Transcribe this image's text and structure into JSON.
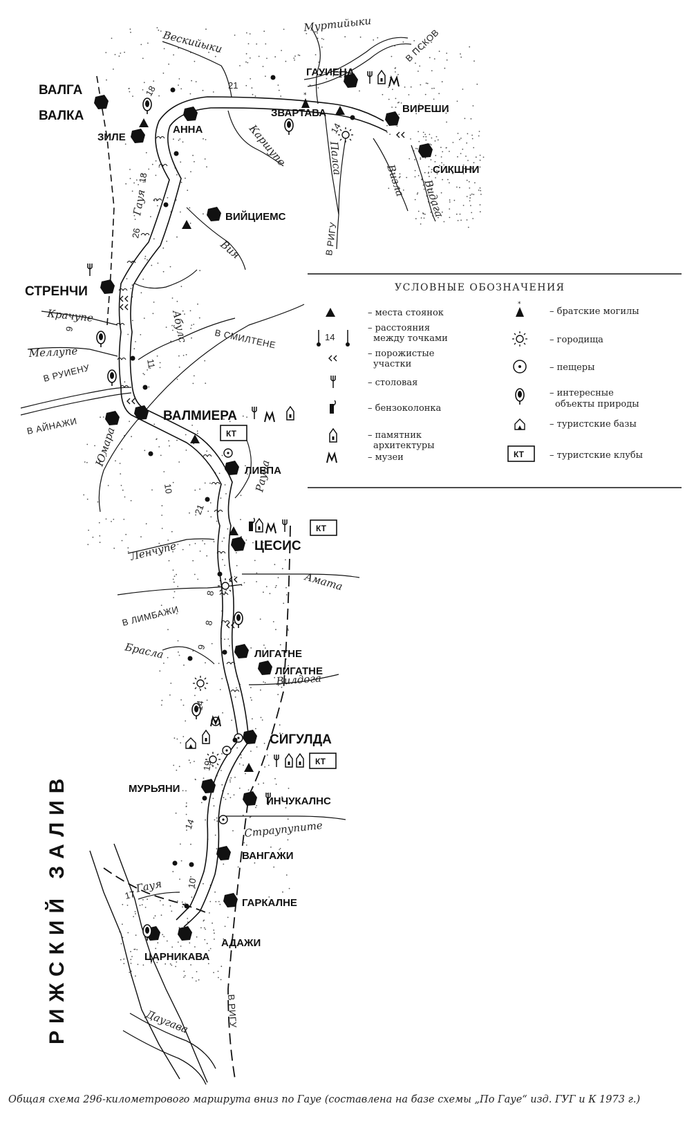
{
  "towns": {
    "valga": "ВАЛГА",
    "valka": "ВАЛКА",
    "zile": "ЗИЛЕ",
    "anna": "АННА",
    "gauiena": "ГАУИЕНА",
    "zvartava": "ЗВАРТАВА",
    "vireshi": "ВИРЕШИ",
    "sikshni": "СИКШНИ",
    "viyciems": "ВИЙЦИЕМС",
    "strenchi": "СТРЕНЧИ",
    "valmiera": "ВАЛМИЕРА",
    "liepa": "ЛИЕПА",
    "cesis": "ЦЕСИС",
    "ligatne1": "ЛИГАТНЕ",
    "ligatne2": "ЛИГАТНЕ",
    "sigulda": "СИГУЛДА",
    "muryani": "МУРЬЯНИ",
    "inchukalns": "ИНЧУКАЛНС",
    "vangazhi": "ВАНГАЖИ",
    "garkalne": "ГАРКАЛНЕ",
    "adazhi": "АДАЖИ",
    "carnikava": "ЦАРНИКАВА"
  },
  "rivers": {
    "veskiyyki": "Вескийыки",
    "murtiyeki": "Муртийыки",
    "karshupe": "Каршупе",
    "palsa": "Палса",
    "vizla": "Визла",
    "vidaga": "Видага",
    "gauya_north": "Гауя",
    "viya": "Вия",
    "abuls": "Абулс",
    "krachupe": "Крачупе",
    "mellupe": "Меллупе",
    "yumara": "Юмара",
    "rauna": "Рауна",
    "lenchupe": "Ленчупе",
    "amata": "Амата",
    "brasla": "Брасла",
    "vildoga": "Вилдога",
    "straupupite": "Страупупите",
    "gauya_south": "Гауя",
    "daugava": "Даугава"
  },
  "roads": {
    "pskov": "В ПСКОВ",
    "riga_north": "В РИГУ",
    "smiltene": "В СМИЛТЕНЕ",
    "ruienu": "В РУИЕНУ",
    "aynazhi": "В АЙНАЖИ",
    "limbazhi": "В ЛИМБАЖИ",
    "riga_south": "В РИГУ"
  },
  "distances": [
    "21",
    "17",
    "18",
    "14",
    "18",
    "26",
    "9",
    "11",
    "10",
    "21",
    "8",
    "8",
    "9",
    "14",
    "19",
    "14",
    "10",
    "17"
  ],
  "gulf": "РИЖСКИЙ ЗАЛИВ",
  "legend": {
    "title": "УСЛОВНЫЕ ОБОЗНАЧЕНИЯ",
    "distance_sample": "14",
    "kt_sample": "КТ",
    "left": [
      {
        "icon": "campsite-icon",
        "label": "– места стоянок"
      },
      {
        "icon": "distance-marker-icon",
        "label": "– расстояния",
        "label2": "между точками"
      },
      {
        "icon": "rapids-icon",
        "label": "– порожистые",
        "label2": "участки"
      },
      {
        "icon": "canteen-icon",
        "label": "– столовая"
      },
      {
        "icon": "fuel-station-icon",
        "label": "– бензоколонка"
      },
      {
        "icon": "monument-icon",
        "label": "– памятник",
        "label2": "архитектуры"
      },
      {
        "icon": "museum-icon",
        "label": "– музеи"
      }
    ],
    "right": [
      {
        "icon": "mass-grave-icon",
        "label": "– братские могилы"
      },
      {
        "icon": "hillfort-icon",
        "label": "– городища"
      },
      {
        "icon": "cave-icon",
        "label": "– пещеры"
      },
      {
        "icon": "nature-object-icon",
        "label": "– интересные",
        "label2": "объекты природы"
      },
      {
        "icon": "tourist-base-icon",
        "label": "– туристские базы"
      },
      {
        "icon": "tourist-club-icon",
        "label": "– туристские клубы"
      }
    ]
  },
  "kt_label": "КТ",
  "caption": "Общая схема 296-километрового маршрута вниз по Гауе (составлена на базе схемы „По Гауе“ изд. ГУГ и К 1973 г.)"
}
